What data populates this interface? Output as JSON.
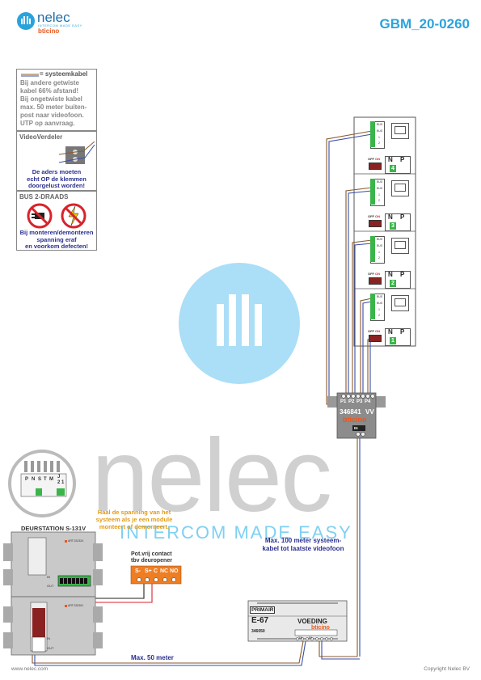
{
  "header": {
    "brand_name": "nelec",
    "brand_tag": "INTERCOM MADE EASY",
    "brand_sub": "bticino",
    "doc_code": "GBM_20-0260"
  },
  "notes": {
    "cable_title": "= systeemkabel",
    "cable_lines": [
      "Bij andere getwiste",
      "kabel 66% afstand!",
      "Bij ongetwiste kabel",
      "max. 50 meter buiten-",
      "post naar videofoon.",
      "UTP op aanvraag."
    ],
    "vv_title": "VideoVerdeler",
    "vv_lines": [
      "De aders moeten",
      "echt OP de klemmen",
      "doorgelust worden!"
    ],
    "bus_title": "BUS 2-DRAADS",
    "bus_lines": [
      "Bij monteren/demonteren",
      "spanning eraf",
      "en voorkom defecten!"
    ]
  },
  "door_station": {
    "title": "DEURSTATION S-131V",
    "terminals": [
      "P",
      "N",
      "S",
      "T",
      "M",
      "J",
      "2",
      "1"
    ],
    "module_code_1": "ART.331324",
    "module_code_2": "ART.332391",
    "in_label": "IN",
    "out_label": "OUT",
    "warning_lines": [
      "Haal de spanning van het",
      "systeem als je een module",
      "monteert of demonteert."
    ]
  },
  "relay": {
    "title_lines": [
      "Pot.vrij contact",
      "tbv deuropener"
    ],
    "terminals": [
      "S-",
      "S+",
      "C",
      "NC",
      "NO"
    ]
  },
  "distributor": {
    "ports": [
      "P1",
      "P2",
      "P3",
      "P4"
    ],
    "code": "346841",
    "vv": "VV",
    "brand": "bticino",
    "in_label": "IN"
  },
  "monitors": [
    {
      "switch_off": "OFF",
      "switch_on": "ON",
      "n_label": "N",
      "p_label": "P",
      "number": "4"
    },
    {
      "switch_off": "OFF",
      "switch_on": "ON",
      "n_label": "N",
      "p_label": "P",
      "number": "3"
    },
    {
      "switch_off": "OFF",
      "switch_on": "ON",
      "n_label": "N",
      "p_label": "P",
      "number": "2"
    },
    {
      "switch_off": "OFF",
      "switch_on": "ON",
      "n_label": "N",
      "p_label": "P",
      "number": "1"
    }
  ],
  "monitor_terminals": [
    "BUS",
    "BUS",
    "1",
    "2"
  ],
  "power_supply": {
    "primary": "PRIMAIR",
    "model": "E-67",
    "label": "VOEDING",
    "code": "346050",
    "brand": "bticino",
    "tk": "TK",
    "pi": "PI"
  },
  "annotations": {
    "max100_lines": [
      "Max. 100 meter systeem-",
      "kabel tot laatste videofoon"
    ],
    "max50": "Max. 50 meter"
  },
  "watermark": {
    "big": "nelec",
    "sub": "INTERCOM MADE EASY"
  },
  "footer": {
    "left": "www.nelec.com",
    "right": "Copyright Nelec BV"
  },
  "colors": {
    "brand_blue": "#2aa3dc",
    "dark_blue": "#2b2f8f",
    "orange": "#e39b13",
    "wire_brown": "#8a5a2b",
    "wire_blue": "#3a4fa8",
    "relay_orange": "#ef7d22",
    "terminal_green": "#3ab54a"
  }
}
